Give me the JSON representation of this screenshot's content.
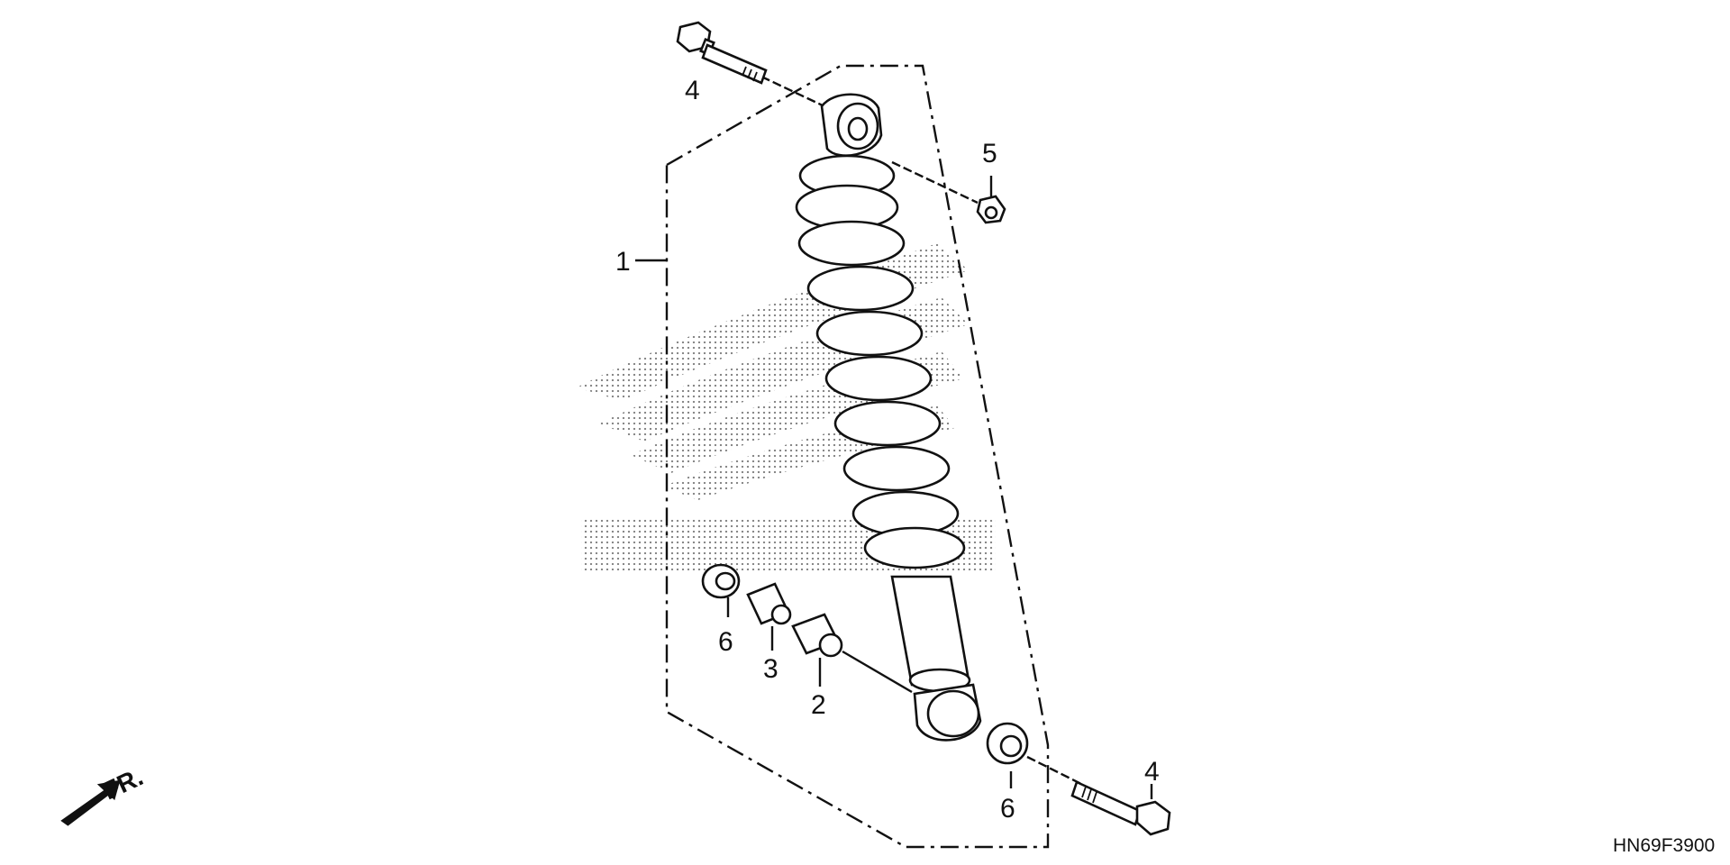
{
  "diagram": {
    "figure_code": "HN69F3900",
    "direction_label": "FR.",
    "watermark_icon": "honda-wing-watermark-icon",
    "callouts": [
      {
        "id": "c1",
        "text": "1"
      },
      {
        "id": "c2",
        "text": "2"
      },
      {
        "id": "c3",
        "text": "3"
      },
      {
        "id": "c4a",
        "text": "4"
      },
      {
        "id": "c4b",
        "text": "4"
      },
      {
        "id": "c5",
        "text": "5"
      },
      {
        "id": "c6a",
        "text": "6"
      },
      {
        "id": "c6b",
        "text": "6"
      }
    ]
  }
}
